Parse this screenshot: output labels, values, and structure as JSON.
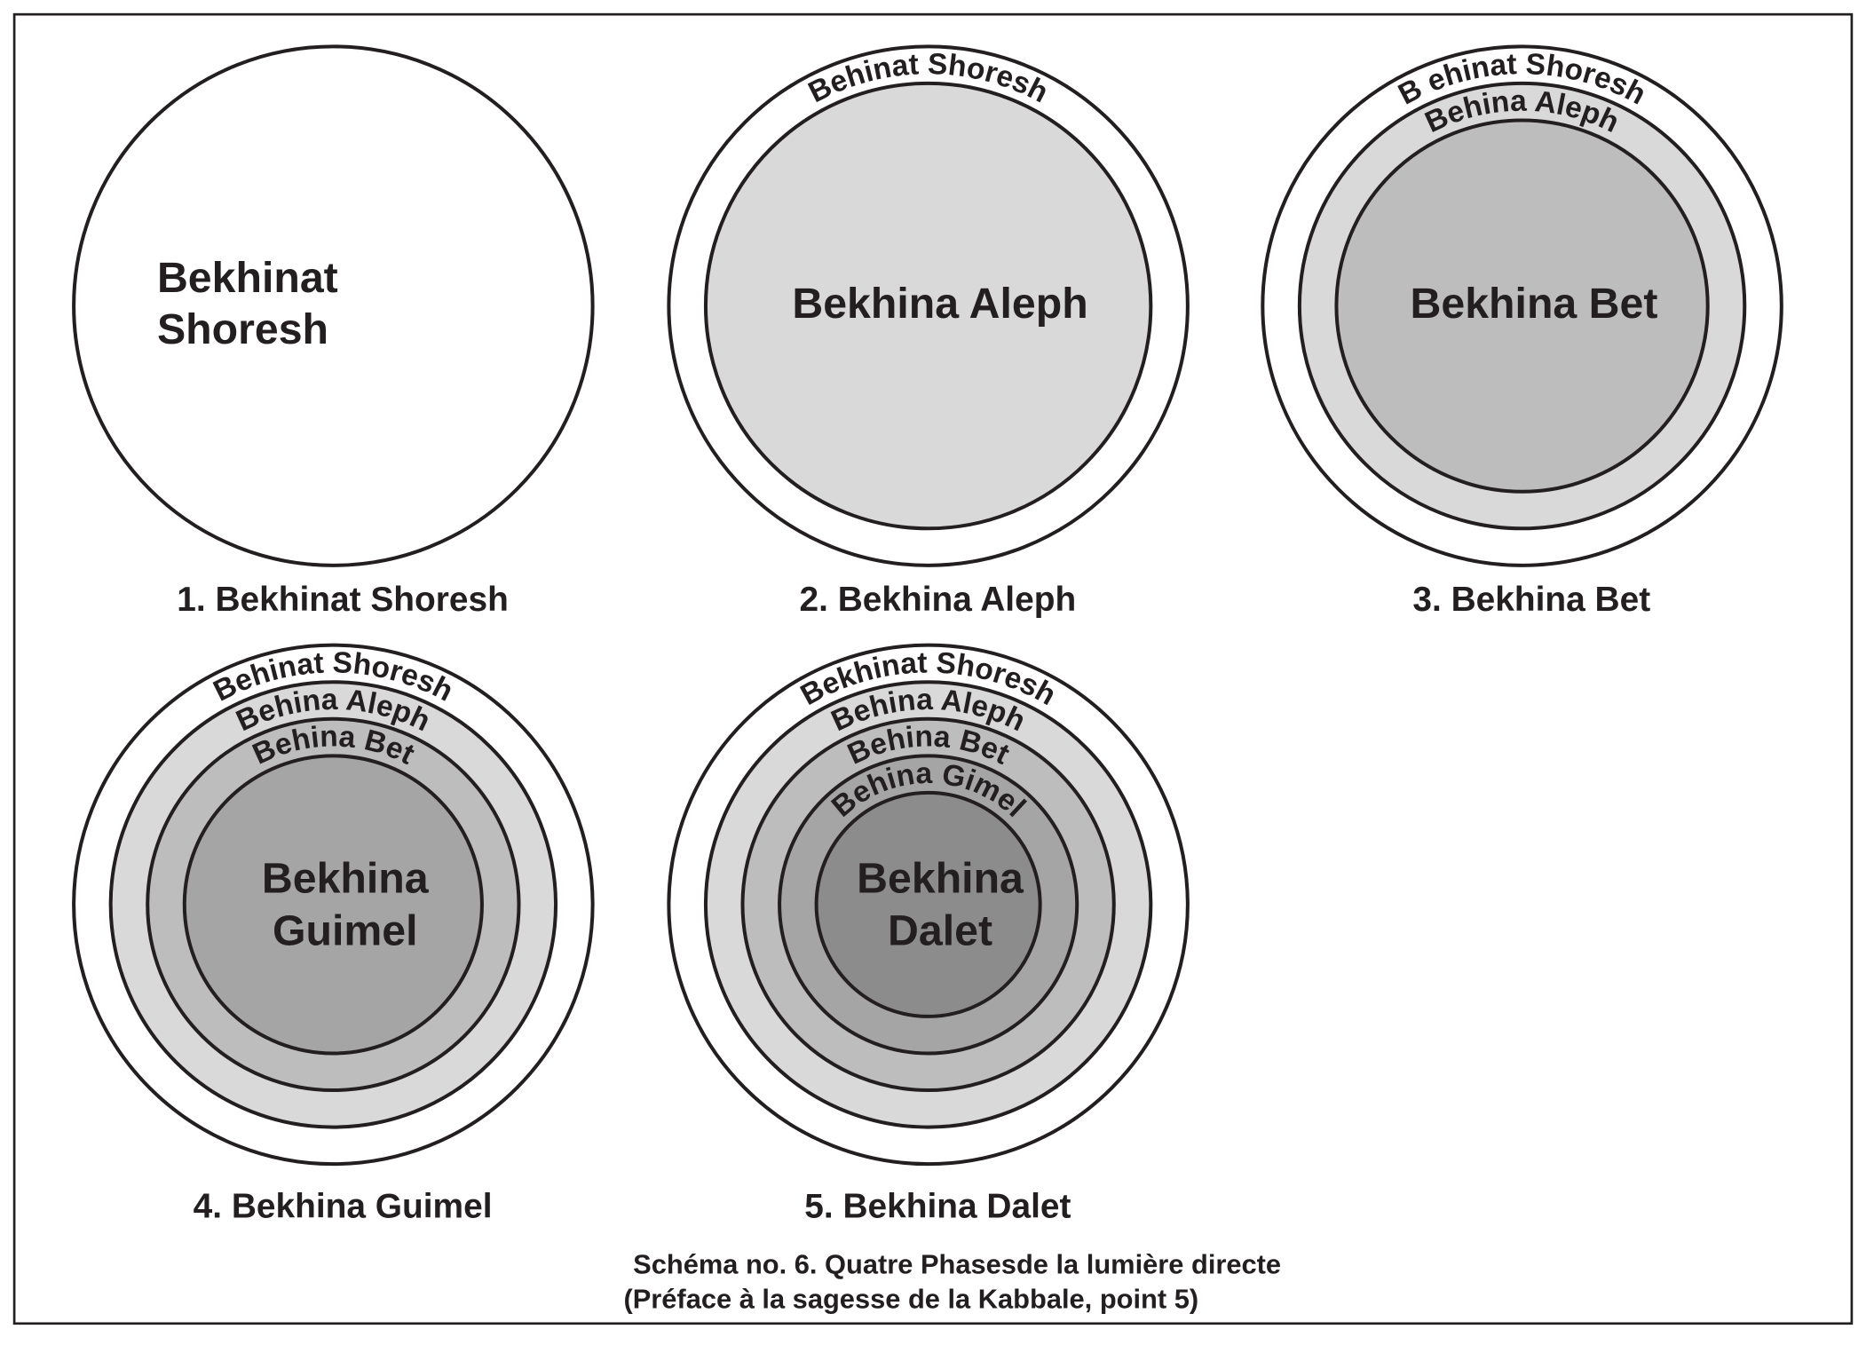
{
  "colors": {
    "levels": [
      "#ffffff",
      "#d9d9d9",
      "#bdbdbd",
      "#a5a5a5",
      "#8c8c8c"
    ],
    "stroke": "#231f20"
  },
  "diagrams": [
    {
      "caption": "1. Bekhinat Shoresh",
      "ring_labels": [],
      "center_lines": [
        "Bekhinat",
        "Shoresh"
      ]
    },
    {
      "caption": "2. Bekhina Aleph",
      "ring_labels": [
        "Behinat Shoresh"
      ],
      "center_lines": [
        "Bekhina Aleph"
      ]
    },
    {
      "caption": "3. Bekhina Bet",
      "ring_labels": [
        "B ehinat Shoresh",
        "Behina Aleph"
      ],
      "center_lines": [
        "Bekhina Bet"
      ]
    },
    {
      "caption": "4. Bekhina Guimel",
      "ring_labels": [
        "Behinat Shoresh",
        "Behina Aleph",
        "Behina Bet"
      ],
      "center_lines": [
        "Bekhina",
        "Guimel"
      ]
    },
    {
      "caption": "5. Bekhina Dalet",
      "ring_labels": [
        "Bekhinat Shoresh",
        "Behina Aleph",
        "Behina Bet",
        "Behina Gimel"
      ],
      "center_lines": [
        "Bekhina",
        "Dalet"
      ]
    }
  ],
  "footer": {
    "line1": "Schéma no. 6. Quatre Phasesde la lumière directe",
    "line2": "(Préface à la sagesse de la Kabbale, point 5)"
  }
}
